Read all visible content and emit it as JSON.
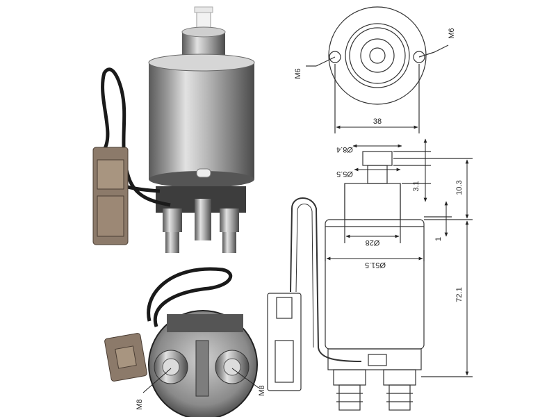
{
  "photo_labels": {
    "bolt_left": "M8",
    "bolt_right": "M8"
  },
  "end_view": {
    "hole_left": "M6",
    "hole_right": "M6",
    "hole_spacing": "38"
  },
  "side_view": {
    "plunger_tip_dia": "Ø8.4",
    "plunger_dia": "Ø5.5",
    "cap_dia": "Ø28",
    "body_dia": "Ø51.5",
    "plunger_step": "3.1",
    "plunger_height": "10.3",
    "flange": "1",
    "body_height": "72.1"
  }
}
